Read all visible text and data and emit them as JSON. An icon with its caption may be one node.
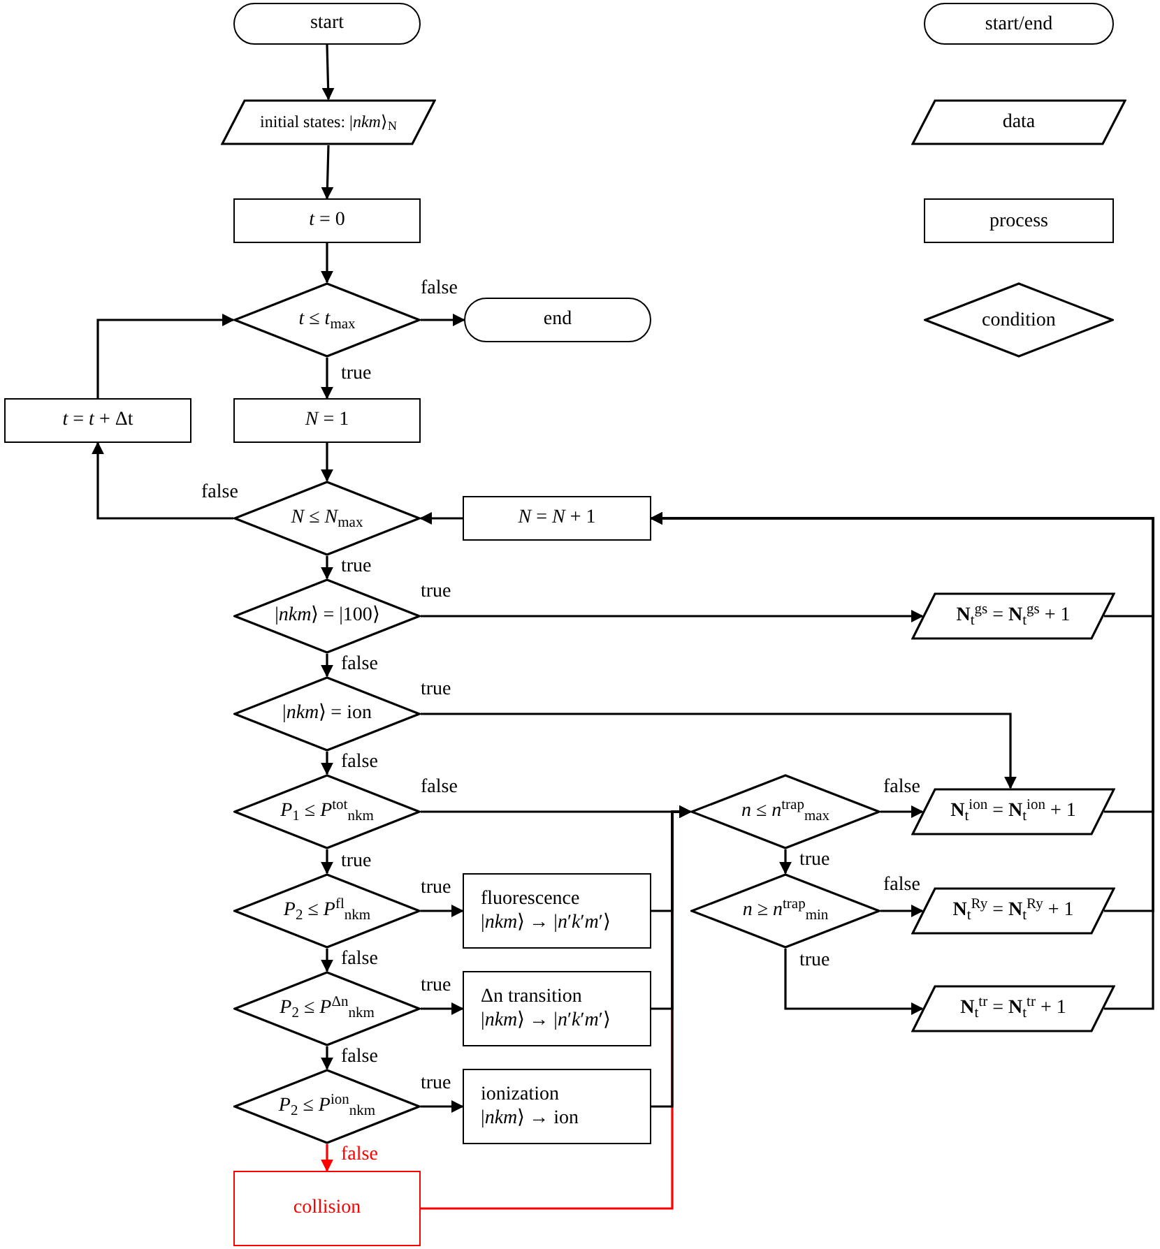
{
  "diagram": {
    "nodes": [
      {
        "text": [
          "start"
        ]
      },
      {
        "text": [
          "initial states: |*nkm*⟩$_{N}$"
        ]
      },
      {
        "text": [
          "*t* = 0"
        ]
      },
      {
        "text": [
          "*t* ≤ *t*$_{max}$"
        ]
      },
      {
        "text": [
          "end"
        ]
      },
      {
        "text": [
          "*t* = *t* + Δt"
        ]
      },
      {
        "text": [
          "*N* = 1"
        ]
      },
      {
        "text": [
          "*N* ≤ *N*$_{max}$"
        ]
      },
      {
        "text": [
          "*N* = *N* + 1"
        ]
      },
      {
        "text": [
          "|*nkm*⟩ = |100⟩"
        ]
      },
      {
        "text": [
          "**N**$_{t}$$^{gs}$ = **N**$_{t}$$^{gs}$ + 1"
        ]
      },
      {
        "text": [
          "|*nkm*⟩ = ion"
        ]
      },
      {
        "text": [
          "*P*$_{1}$ ≤ *P*$^{tot}$$_{nkm}$"
        ]
      },
      {
        "text": [
          "*n* ≤ *n*$^{trap}$$_{max}$"
        ]
      },
      {
        "text": [
          "**N**$_{t}$$^{ion}$ = **N**$_{t}$$^{ion}$ + 1"
        ]
      },
      {
        "text": [
          "*P*$_{2}$ ≤ *P*$^{fl}$$_{nkm}$"
        ]
      },
      {
        "text": [
          "fluorescence",
          "|*nkm*⟩ → |*n*′*k*′*m*′⟩"
        ]
      },
      {
        "text": [
          "*n* ≥ *n*$^{trap}$$_{min}$"
        ]
      },
      {
        "text": [
          "**N**$_{t}$$^{Ry}$ = **N**$_{t}$$^{Ry}$ + 1"
        ]
      },
      {
        "text": [
          "*P*$_{2}$ ≤ *P*$^{Δn}$$_{nkm}$"
        ]
      },
      {
        "text": [
          "Δn transition",
          "|*nkm*⟩ → |*n*′*k*′*m*′⟩"
        ]
      },
      {
        "text": [
          "**N**$_{t}$$^{tr}$ = **N**$_{t}$$^{tr}$ + 1"
        ]
      },
      {
        "text": [
          "*P*$_{2}$ ≤ *P*$^{ion}$$_{nkm}$"
        ]
      },
      {
        "text": [
          "ionization",
          "|*nkm*⟩ → ion"
        ]
      },
      {
        "text": [
          "collision"
        ]
      }
    ],
    "edges": [
      {
        "from": 0,
        "to": 1,
        "arrow": "to"
      },
      {
        "from": 1,
        "to": 2,
        "arrow": "to"
      },
      {
        "from": 2,
        "to": 3,
        "arrow": "to"
      },
      {
        "from": 3,
        "to": 4,
        "arrow": "to",
        "label": "false"
      },
      {
        "from": 3,
        "to": 6,
        "arrow": "to",
        "label": "true"
      },
      {
        "from": 6,
        "to": 7,
        "arrow": "to"
      },
      {
        "from": 7,
        "to": 5,
        "arrow": "to",
        "label": "false"
      },
      {
        "from": 5,
        "to": 3,
        "arrow": "to"
      },
      {
        "from": 8,
        "to": 7,
        "arrow": "to"
      },
      {
        "from": 7,
        "to": 9,
        "arrow": "to",
        "label": "true"
      },
      {
        "from": 9,
        "to": 10,
        "arrow": "to",
        "label": "true"
      },
      {
        "from": 9,
        "to": 11,
        "arrow": "to",
        "label": "false"
      },
      {
        "from": 11,
        "to": 14,
        "arrow": "to",
        "label": "true"
      },
      {
        "from": 11,
        "to": 12,
        "arrow": "to",
        "label": "false"
      },
      {
        "from": 12,
        "to": 13,
        "arrow": "to",
        "label": "false"
      },
      {
        "from": 12,
        "to": 15,
        "arrow": "to",
        "label": "true"
      },
      {
        "from": 15,
        "to": 16,
        "arrow": "to",
        "label": "true"
      },
      {
        "from": 15,
        "to": 19,
        "arrow": "to",
        "label": "false"
      },
      {
        "from": 16,
        "to": 13,
        "arrow": "to"
      },
      {
        "from": 19,
        "to": 20,
        "arrow": "to",
        "label": "true"
      },
      {
        "from": 19,
        "to": 22,
        "arrow": "to",
        "label": "false"
      },
      {
        "from": 20,
        "to": 13,
        "arrow": "to"
      },
      {
        "from": 22,
        "to": 23,
        "arrow": "to",
        "label": "true"
      },
      {
        "from": 22,
        "to": 24,
        "arrow": "to",
        "label": "false",
        "color": "#ff0000"
      },
      {
        "from": 23,
        "to": 13,
        "arrow": "to"
      },
      {
        "from": 24,
        "to": 13,
        "arrow": "to",
        "color": "#ff0000"
      },
      {
        "from": 13,
        "to": 14,
        "arrow": "to",
        "label": "false"
      },
      {
        "from": 13,
        "to": 17,
        "arrow": "to",
        "label": "true"
      },
      {
        "from": 17,
        "to": 18,
        "arrow": "to",
        "label": "false"
      },
      {
        "from": 17,
        "to": 21,
        "arrow": "to",
        "label": "true"
      },
      {
        "from": 10,
        "to": 8,
        "arrow": "to"
      },
      {
        "from": 14,
        "to": 8,
        "arrow": "to"
      },
      {
        "from": 18,
        "to": 8,
        "arrow": "to"
      },
      {
        "from": 21,
        "to": 8,
        "arrow": "to"
      }
    ],
    "legend": [
      {
        "text": "start/end"
      },
      {
        "text": "data"
      },
      {
        "text": "process"
      },
      {
        "text": "condition"
      }
    ]
  }
}
